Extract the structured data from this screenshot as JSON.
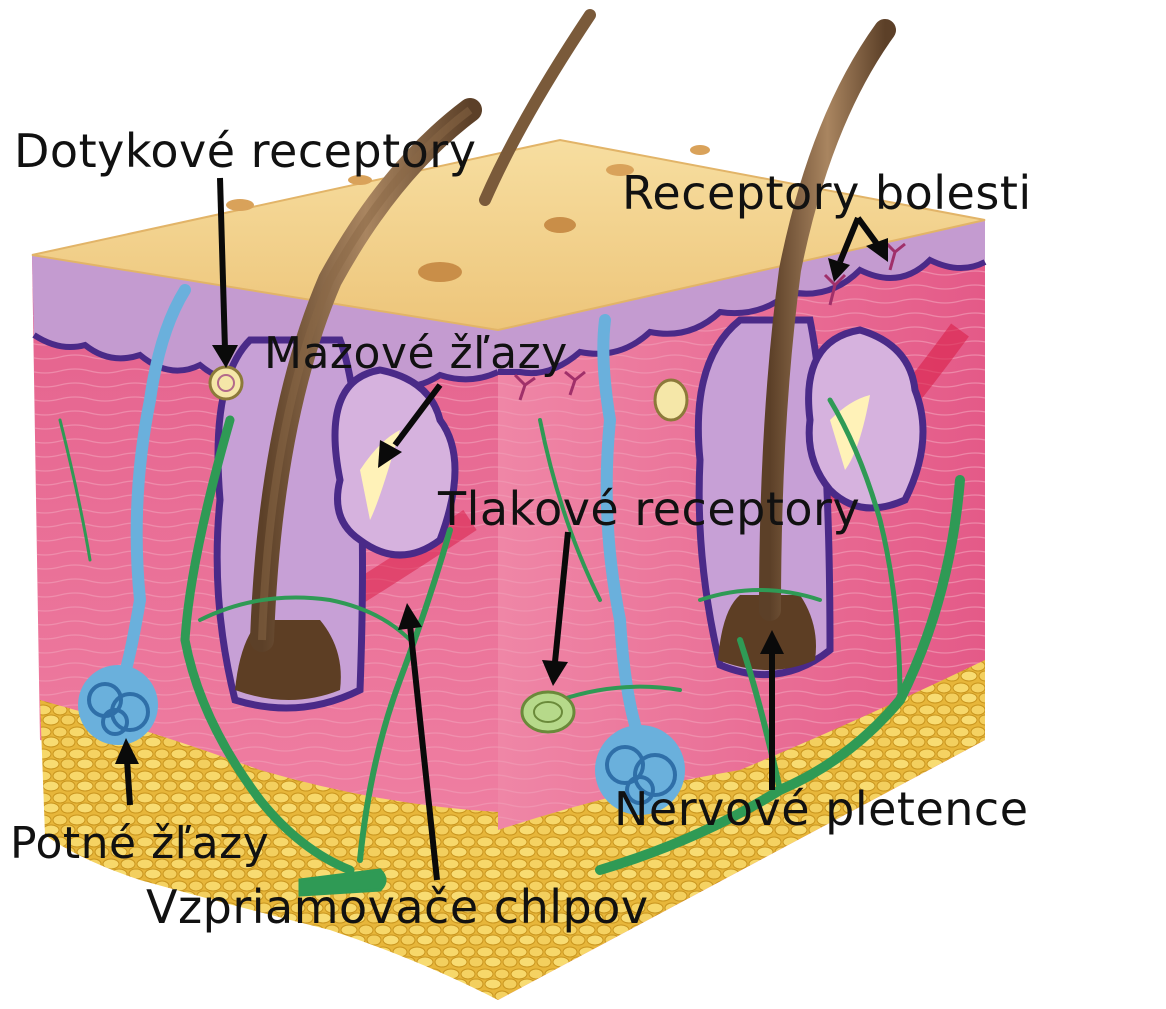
{
  "labels": {
    "touch_receptors": "Dotykové receptory",
    "pain_receptors": "Receptory bolesti",
    "sebaceous_glands": "Mazové žľazy",
    "pressure_receptors": "Tlakové receptory",
    "nerve_plexus": "Nervové pletence",
    "sweat_glands": "Potné žľazy",
    "arrector_pili": "Vzpriamovače chlpov"
  },
  "colors": {
    "surface": "#f2cf86",
    "epidermis": "#b98fc4",
    "dermis": "#e8658f",
    "fat": "#f2c64a",
    "hair": "#7a5a3a",
    "nerve": "#3a9a5a",
    "sweat_gland": "#6ab0dc",
    "arrow": "#0a0a0a"
  }
}
